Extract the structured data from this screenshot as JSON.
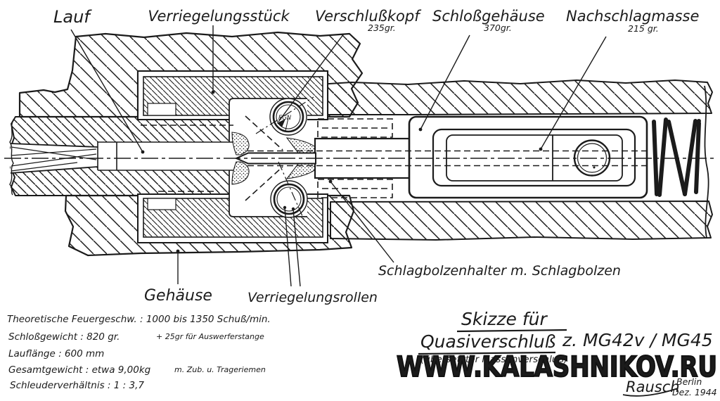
{
  "page": {
    "background": "#ffffff",
    "ink": "#1b1b1b"
  },
  "part_labels": {
    "lauf": {
      "text": "Lauf"
    },
    "verriegelungsstueck": {
      "text": "Verriegelungsstück"
    },
    "verschlusskopf": {
      "text": "Verschlußkopf",
      "weight": "235gr."
    },
    "schlossgehaeuse": {
      "text": "Schloßgehäuse",
      "weight": "370gr."
    },
    "nachschlagmasse": {
      "text": "Nachschlagmasse",
      "weight": "215 gr."
    },
    "schlagbolzenhalter": {
      "text": "Schlagbolzenhalter m. Schlagbolzen"
    },
    "gehaeuse": {
      "text": "Gehäuse"
    },
    "verriegelungsrollen": {
      "text": "Verriegelungsrollen"
    },
    "roller_stamp": {
      "text": "EGN"
    }
  },
  "specs": {
    "lines": [
      {
        "main": "Theoretische Feuergeschw. :  1000 bis 1350 Schuß/min.",
        "note": ""
      },
      {
        "main": "Schloßgewicht :   820 gr.",
        "note": "+ 25gr für Auswerferstange"
      },
      {
        "main": "Lauflänge :   600 mm",
        "note": ""
      },
      {
        "main": "Gesamtgewicht :   etwa 9,00kg",
        "note": "m. Zub. u. Trageriemen"
      },
      {
        "main": "Schleuderverhältnis :   1 : 3,7",
        "note": ""
      }
    ]
  },
  "title_block": {
    "line1": "Skizze für",
    "line2_left": "Quasiverschluß",
    "line2_right": "z. MG42v / MG45",
    "line3": "(übersetzter Massenverschluß)"
  },
  "watermark": {
    "text": "WWW.KALASHNIKOV.RU"
  },
  "signature": {
    "name": "Rausch",
    "place": "Berlin",
    "date": "Dez. 1944"
  }
}
